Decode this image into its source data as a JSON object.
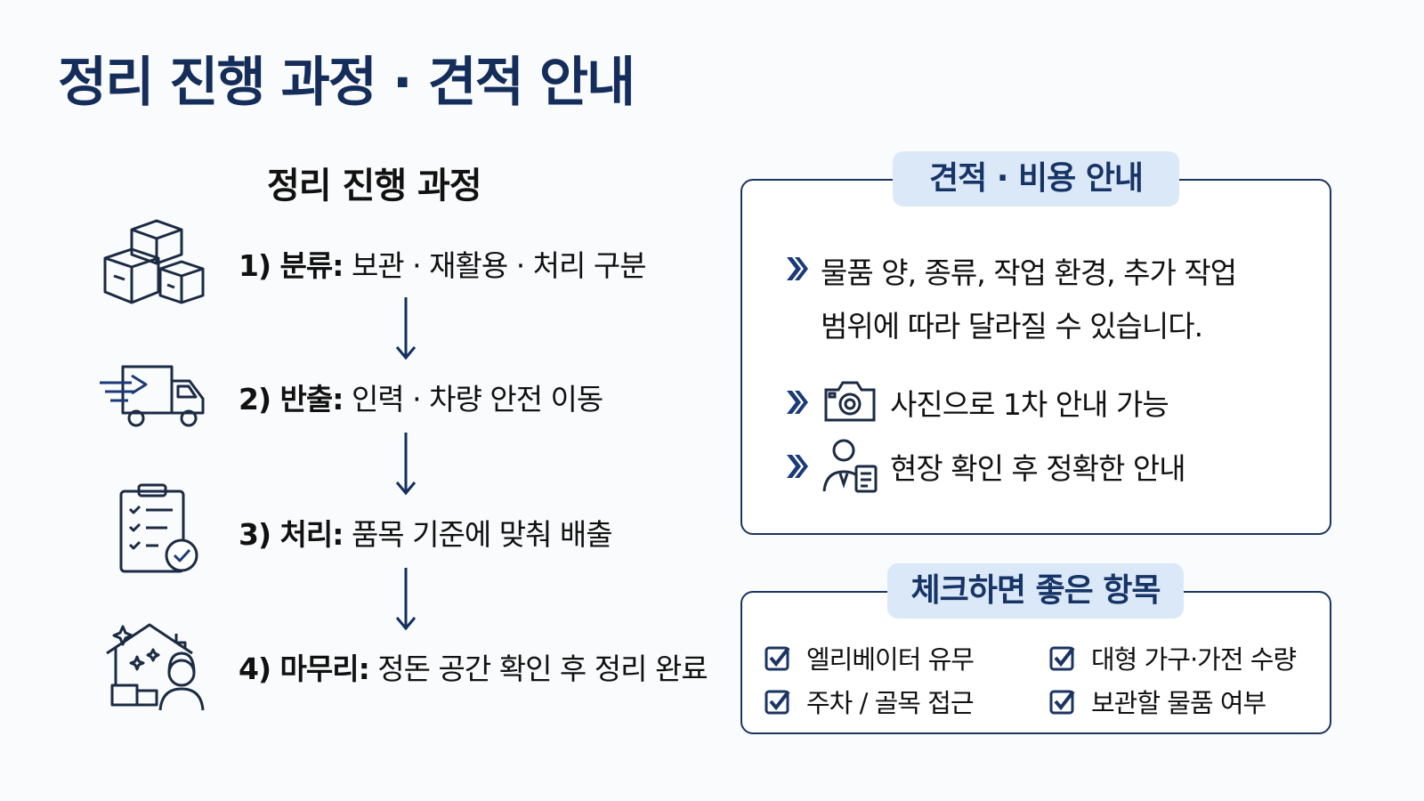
{
  "title": "정리 진행 과정 · 견적 안내",
  "process": {
    "heading": "정리 진행 과정",
    "steps": [
      {
        "label": "1) 분류:",
        "text": " 보관 · 재활용 · 처리 구분",
        "icon": "boxes-icon"
      },
      {
        "label": "2) 반출:",
        "text": " 인력 · 차량 안전 이동",
        "icon": "truck-icon"
      },
      {
        "label": "3) 처리:",
        "text": " 품목 기준에 맞춰 배출",
        "icon": "clipboard-check-icon"
      },
      {
        "label": "4) 마무리:",
        "text": " 정돈 공간 확인 후 정리 완료",
        "icon": "clean-house-icon"
      }
    ]
  },
  "estimate": {
    "heading": "견적 · 비용 안내",
    "bullets": [
      {
        "line1": "물품 양, 종류, 작업 환경, 추가 작업",
        "line2": "범위에 따라 달라질 수 있습니다."
      },
      {
        "text": "사진으로 1차 안내 가능",
        "icon": "camera-icon"
      },
      {
        "text": "현장 확인 후 정확한 안내",
        "icon": "inspector-icon"
      }
    ]
  },
  "checklist": {
    "heading": "체크하면 좋은 항목",
    "items": [
      "엘리베이터 유무",
      "대형 가구·가전 수량",
      "주차 / 골목 접근",
      "보관할 물품 여부"
    ]
  },
  "colors": {
    "navy": "#142d5a",
    "badge_bg": "#dbe8f8"
  }
}
